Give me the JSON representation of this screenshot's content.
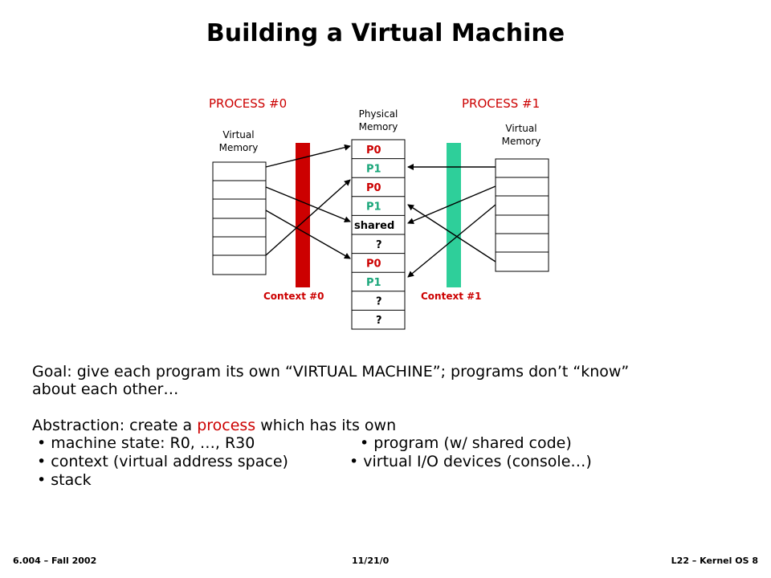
{
  "slide": {
    "title": "Building a Virtual Machine"
  },
  "diagram": {
    "process0": "PROCESS #0",
    "process1": "PROCESS #1",
    "physical_memory": [
      "Physical",
      "Memory"
    ],
    "virtual_memory_left": [
      "Virtual",
      "Memory"
    ],
    "virtual_memory_right": [
      "Virtual",
      "Memory"
    ],
    "context0": "Context #0",
    "context1": "Context #1",
    "physical_cells": [
      {
        "text": "P0",
        "color": "#cc0000"
      },
      {
        "text": "P1",
        "color": "#1aa67a"
      },
      {
        "text": "P0",
        "color": "#cc0000"
      },
      {
        "text": "P1",
        "color": "#1aa67a"
      },
      {
        "text": "shared",
        "color": "#000000"
      },
      {
        "text": "?",
        "color": "#000000"
      },
      {
        "text": "P0",
        "color": "#cc0000"
      },
      {
        "text": "P1",
        "color": "#1aa67a"
      },
      {
        "text": "?",
        "color": "#000000"
      },
      {
        "text": "?",
        "color": "#000000"
      }
    ],
    "context0_color": "#cc0000",
    "context1_color": "#2ecf9a"
  },
  "body": {
    "goal_line1": "Goal: give each program its own “VIRTUAL MACHINE”; programs don’t “know”",
    "goal_line2": "about each other…",
    "abstraction_prefix": "Abstraction: create a ",
    "abstraction_highlight": "process",
    "abstraction_suffix": " which has its own",
    "bullets_left": [
      "• machine state: R0, …, R30",
      "• context (virtual address space)",
      "• stack"
    ],
    "bullets_right": [
      "• program (w/ shared code)",
      "• virtual I/O devices (console…)"
    ]
  },
  "footer": {
    "left": "6.004 – Fall 2002",
    "center": "11/21/0",
    "right": "L22 – Kernel OS 8"
  }
}
